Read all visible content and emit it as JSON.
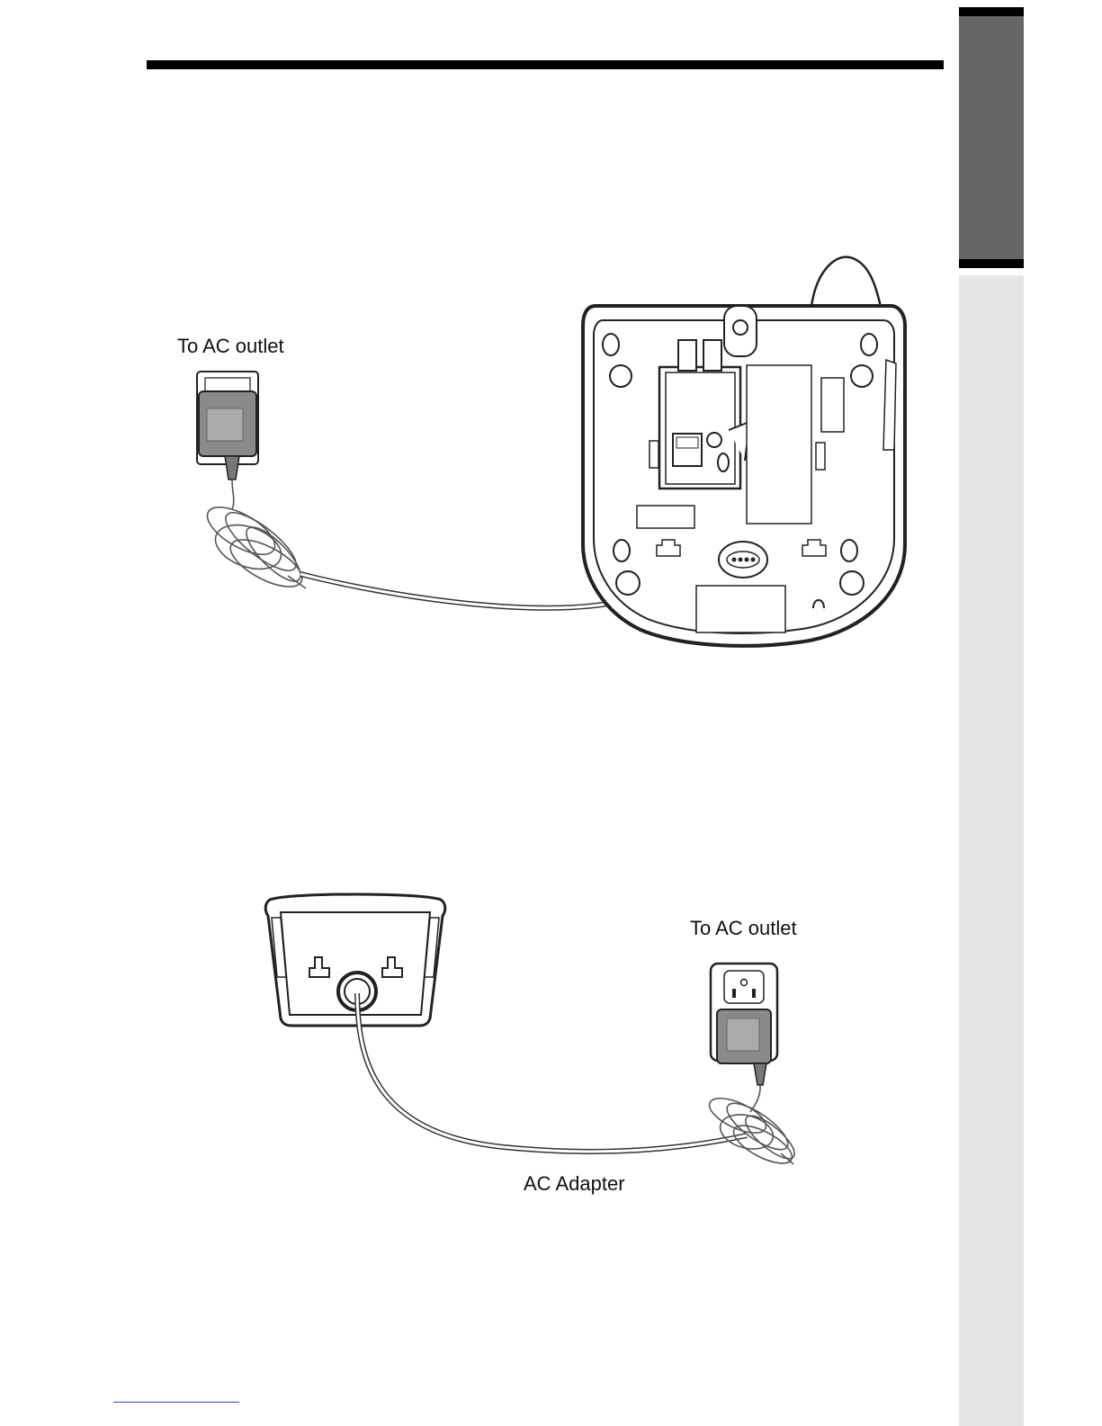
{
  "labels": {
    "top_outlet": "To AC outlet",
    "bottom_outlet": "To AC outlet",
    "adapter": "AC Adapter"
  },
  "colors": {
    "side_tab_dark": "#666666",
    "side_tab_light": "#e5e5e5",
    "adapter_body": "#8a8a8a"
  }
}
